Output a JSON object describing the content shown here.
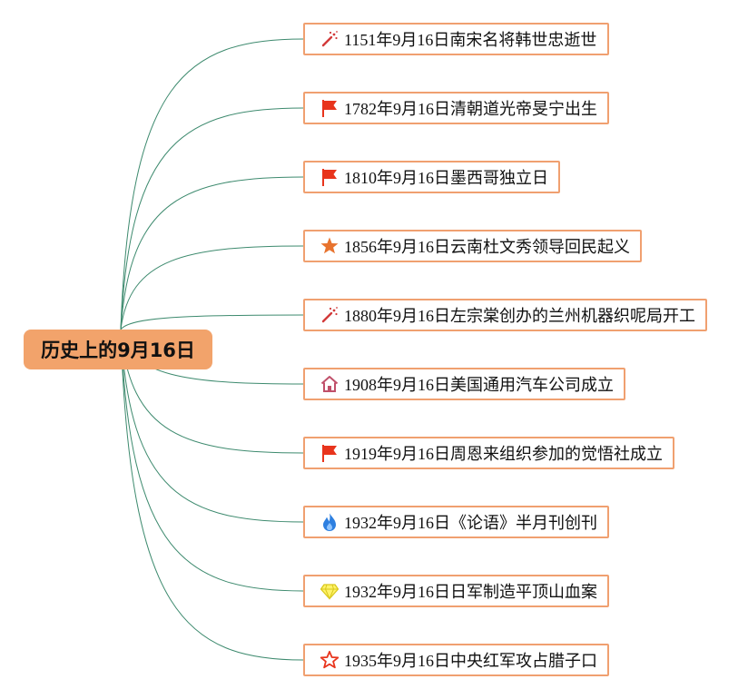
{
  "root": {
    "label": "历史上的9月16日"
  },
  "events": [
    {
      "text": "1151年9月16日南宋名将韩世忠逝世",
      "icon": "wand-sparkle-icon"
    },
    {
      "text": "1782年9月16日清朝道光帝旻宁出生",
      "icon": "red-flag-icon"
    },
    {
      "text": "1810年9月16日墨西哥独立日",
      "icon": "red-flag-icon"
    },
    {
      "text": "1856年9月16日云南杜文秀领导回民起义",
      "icon": "orange-star-icon"
    },
    {
      "text": "1880年9月16日左宗棠创办的兰州机器织呢局开工",
      "icon": "wand-sparkle-icon"
    },
    {
      "text": "1908年9月16日美国通用汽车公司成立",
      "icon": "house-icon"
    },
    {
      "text": "1919年9月16日周恩来组织参加的觉悟社成立",
      "icon": "red-flag-icon"
    },
    {
      "text": "1932年9月16日《论语》半月刊创刊",
      "icon": "blue-flame-icon"
    },
    {
      "text": "1932年9月16日日军制造平顶山血案",
      "icon": "yellow-diamond-icon"
    },
    {
      "text": "1935年9月16日中央红军攻占腊子口",
      "icon": "red-outline-star-icon"
    }
  ],
  "colors": {
    "root_fill": "#f2a36b",
    "node_border": "#f0a070",
    "connector": "#3d8a6e"
  }
}
